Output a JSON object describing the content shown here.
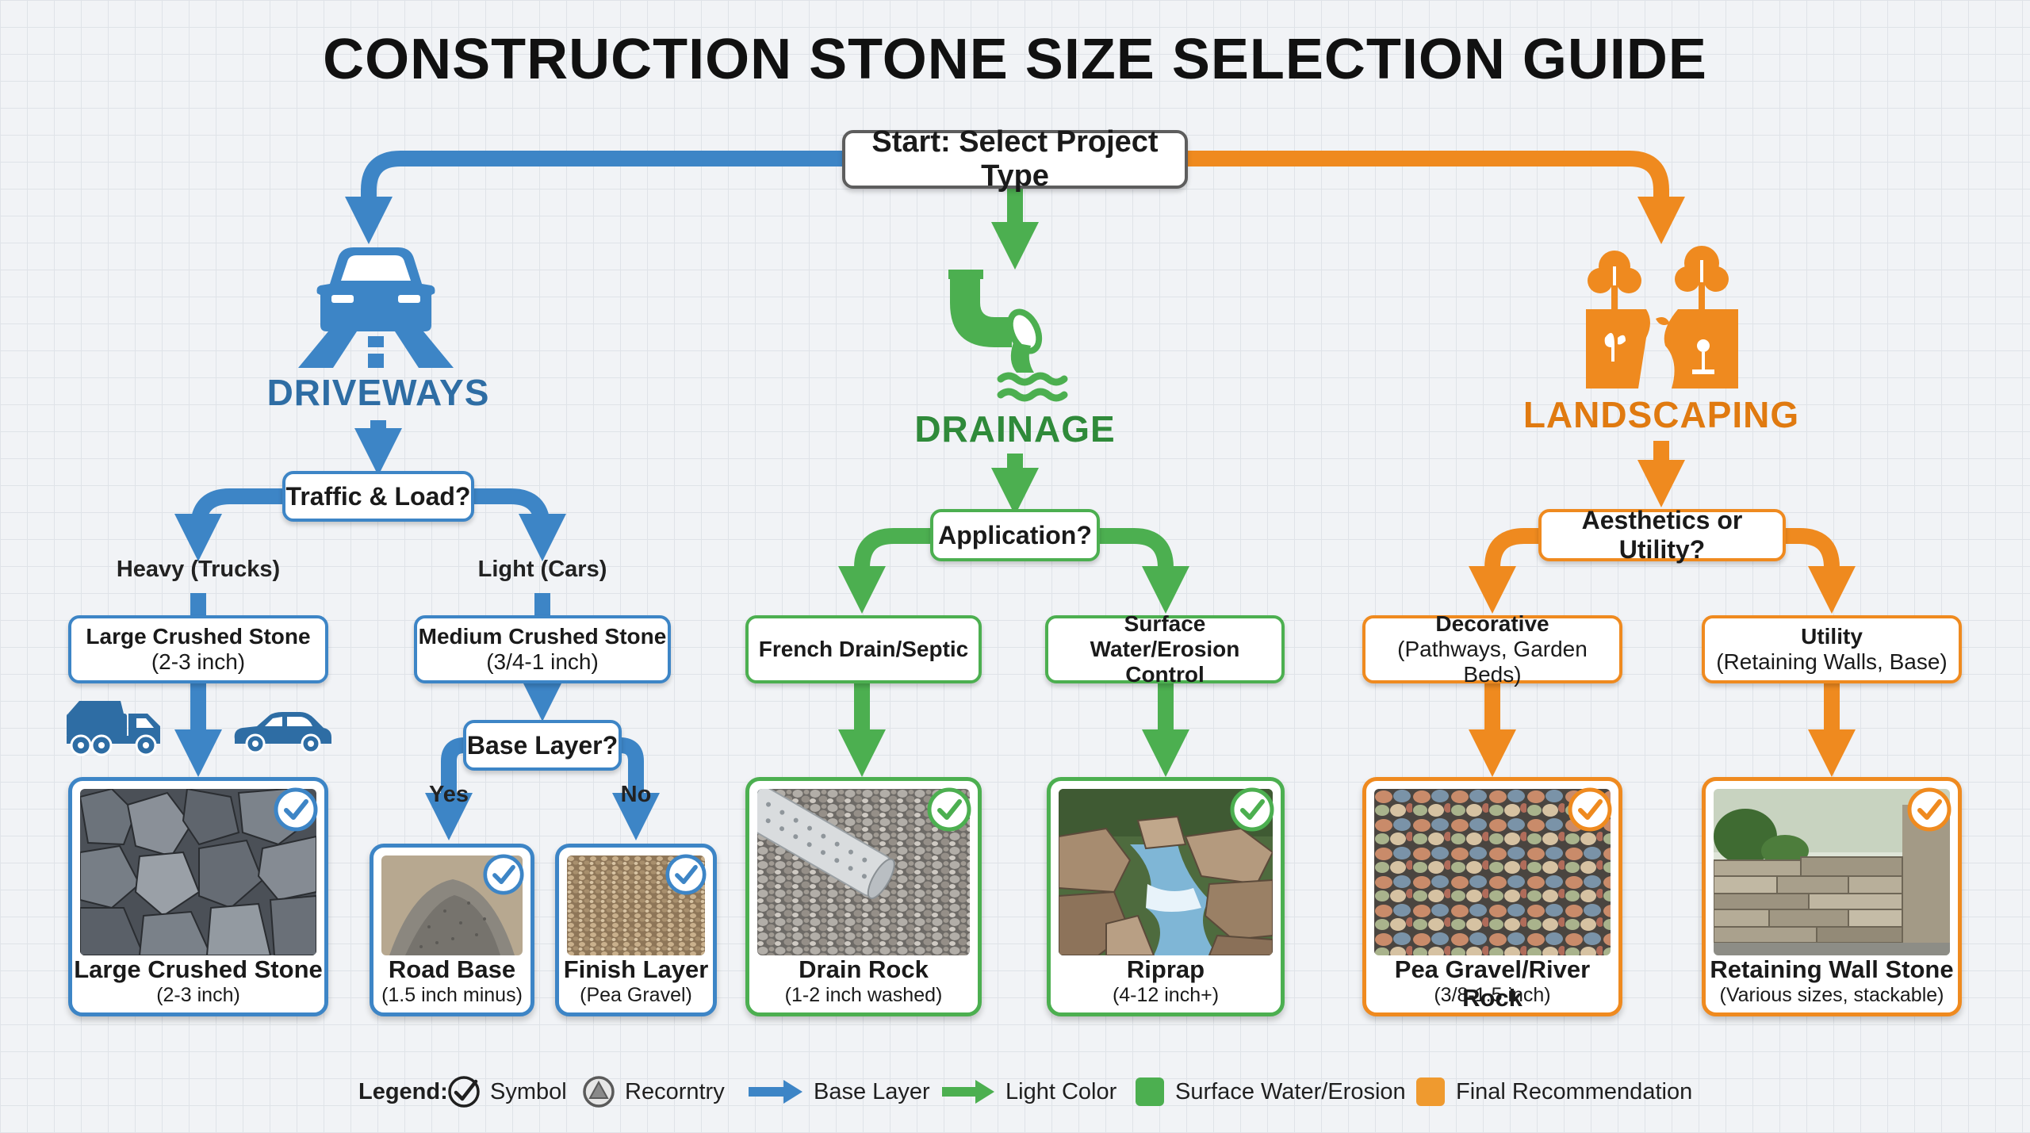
{
  "title": "CONSTRUCTION STONE SIZE SELECTION GUIDE",
  "start": "Start: Select Project Type",
  "colors": {
    "driveways": "#3d85c6",
    "drainage": "#4caf50",
    "landscaping": "#ef8a1f",
    "neutral": "#5d5d5d"
  },
  "driveways": {
    "category": "DRIVEWAYS",
    "icon": "car-road-icon",
    "question": "Traffic & Load?",
    "branch_left": "Heavy (Trucks)",
    "branch_right": "Light (Cars)",
    "option_left": {
      "title": "Large Crushed Stone",
      "sub": "(2-3 inch)"
    },
    "option_right": {
      "title": "Medium Crushed Stone",
      "sub": "(3/4-1 inch)"
    },
    "sub_question": "Base Layer?",
    "sub_yes": "Yes",
    "sub_no": "No",
    "results": [
      {
        "title": "Large Crushed Stone",
        "sub": "(2-3 inch)"
      },
      {
        "title": "Road Base",
        "sub": "(1.5 inch minus)"
      },
      {
        "title": "Finish Layer",
        "sub": "(Pea Gravel)"
      }
    ]
  },
  "drainage": {
    "category": "DRAINAGE",
    "icon": "drain-pipe-icon",
    "question": "Application?",
    "option_left": {
      "title": "French Drain/Septic",
      "sub": ""
    },
    "option_right": {
      "title": "Surface Water/Erosion",
      "sub": "Control"
    },
    "results": [
      {
        "title": "Drain Rock",
        "sub": "(1-2 inch washed)"
      },
      {
        "title": "Riprap",
        "sub": "(4-12 inch+)"
      }
    ]
  },
  "landscaping": {
    "category": "LANDSCAPING",
    "icon": "trees-garden-icon",
    "question": "Aesthetics or Utility?",
    "option_left": {
      "title": "Decorative",
      "sub": "(Pathways, Garden Beds)"
    },
    "option_right": {
      "title": "Utility",
      "sub": "(Retaining Walls, Base)"
    },
    "results": [
      {
        "title": "Pea Gravel/River Rock",
        "sub": "(3/8-1.5 inch)"
      },
      {
        "title": "Retaining Wall Stone",
        "sub": "(Various sizes, stackable)"
      }
    ]
  },
  "legend": {
    "label": "Legend:",
    "items": [
      {
        "icon": "check-circle-icon",
        "text": "Symbol"
      },
      {
        "icon": "triangle-circle-icon",
        "text": "Recorntry"
      },
      {
        "icon": "blue-arrow-icon",
        "text": "Base Layer"
      },
      {
        "icon": "green-arrow-icon",
        "text": "Light Color"
      },
      {
        "icon": "green-square-icon",
        "text": "Surface Water/Erosion"
      },
      {
        "icon": "orange-square-icon",
        "text": "Final Recommendation"
      }
    ]
  }
}
